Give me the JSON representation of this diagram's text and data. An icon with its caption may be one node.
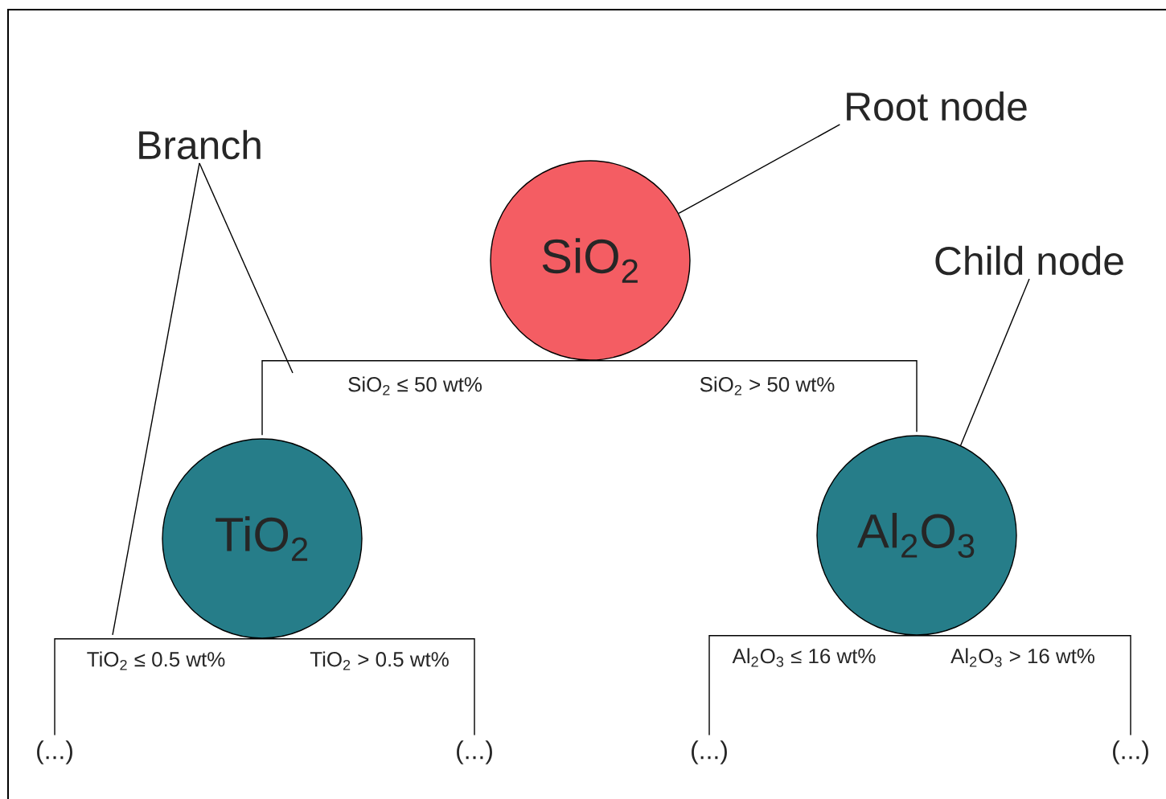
{
  "diagram": {
    "nodes": [
      {
        "text": [
          "SiO$_{2}$"
        ]
      },
      {
        "text": [
          "TiO$_{2}$"
        ]
      },
      {
        "text": [
          "Al$_{2}$O$_{3}$"
        ]
      },
      {
        "text": [
          "(...)"
        ]
      },
      {
        "text": [
          "(...)"
        ]
      },
      {
        "text": [
          "(...)"
        ]
      },
      {
        "text": [
          "(...)"
        ]
      },
      {
        "text": [
          "Branch"
        ]
      },
      {
        "text": [
          "Root node"
        ]
      },
      {
        "text": [
          "Child node"
        ]
      }
    ],
    "edges": [
      {
        "from": 0,
        "to": 1,
        "arrow": "none",
        "label": "SiO$_{2}$ ≤ 50 wt%"
      },
      {
        "from": 0,
        "to": 2,
        "arrow": "none",
        "label": "SiO$_{2}$ > 50 wt%"
      },
      {
        "from": 1,
        "to": 3,
        "arrow": "none",
        "label": "TiO$_{2}$ ≤ 0.5 wt%"
      },
      {
        "from": 1,
        "to": 4,
        "arrow": "none",
        "label": "TiO$_{2}$ > 0.5 wt%"
      },
      {
        "from": 2,
        "to": 5,
        "arrow": "none",
        "label": "Al$_{2}$O$_{3}$ ≤ 16 wt%"
      },
      {
        "from": 2,
        "to": 6,
        "arrow": "none",
        "label": "Al$_{2}$O$_{3}$ > 16 wt%"
      },
      {
        "from": 7,
        "to": null,
        "arrow": "none"
      },
      {
        "from": 7,
        "to": null,
        "arrow": "none"
      },
      {
        "from": 8,
        "to": 0,
        "arrow": "none"
      },
      {
        "from": 9,
        "to": 2,
        "arrow": "none"
      }
    ]
  }
}
